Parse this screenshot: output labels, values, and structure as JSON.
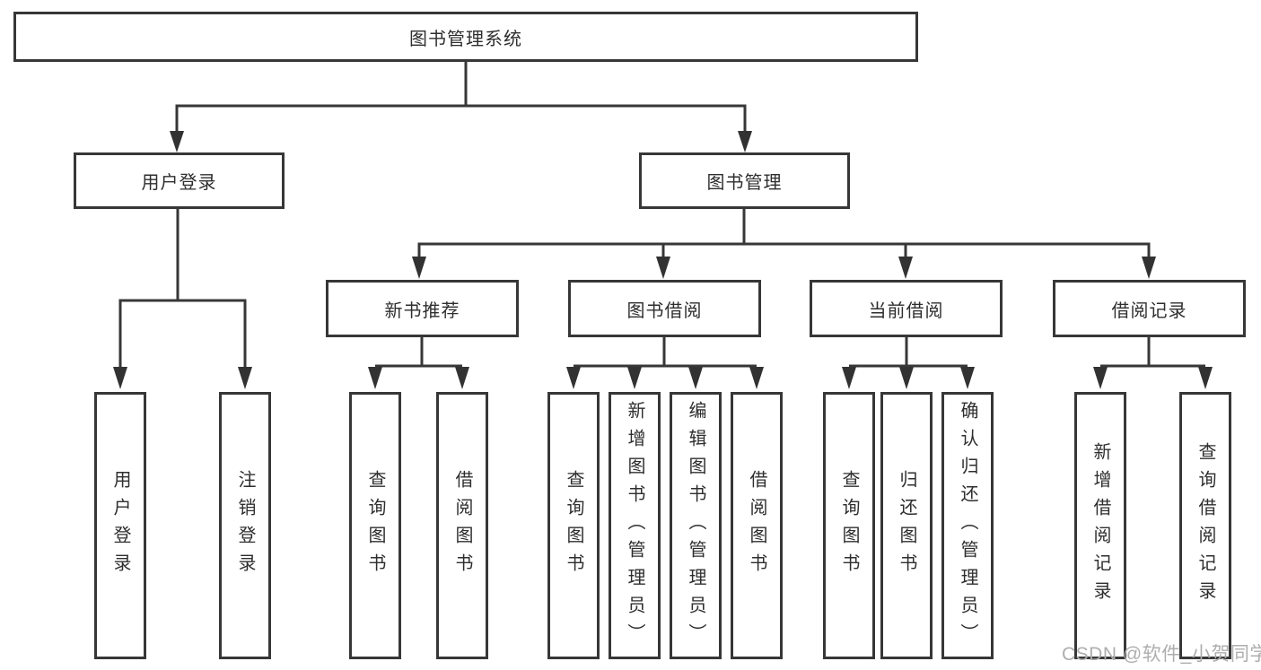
{
  "nodes": {
    "root": "图书管理系统",
    "user_login": "用户登录",
    "book_mgmt": "图书管理",
    "new_book_rec": "新书推荐",
    "book_borrow": "图书借阅",
    "current_borrow": "当前借阅",
    "borrow_records": "借阅记录",
    "ul_user_login": "用户登录",
    "ul_logout": "注销登录",
    "nr_query_book": "查询图书",
    "nr_borrow_book": "借阅图书",
    "bb_query_book": "查询图书",
    "bb_add_book": "新增图书（管理员）",
    "bb_edit_book": "编辑图书（管理员）",
    "bb_borrow_book": "借阅图书",
    "cb_query_book": "查询图书",
    "cb_return_book": "归还图书",
    "cb_confirm_return": "确认归还（管理员）",
    "br_add_record": "新增借阅记录",
    "br_query_record": "查询借阅记录"
  },
  "hierarchy": {
    "图书管理系统": [
      "用户登录",
      "图书管理"
    ],
    "用户登录": [
      "用户登录",
      "注销登录"
    ],
    "图书管理": [
      "新书推荐",
      "图书借阅",
      "当前借阅",
      "借阅记录"
    ],
    "新书推荐": [
      "查询图书",
      "借阅图书"
    ],
    "图书借阅": [
      "查询图书",
      "新增图书（管理员）",
      "编辑图书（管理员）",
      "借阅图书"
    ],
    "当前借阅": [
      "查询图书",
      "归还图书",
      "确认归还（管理员）"
    ],
    "借阅记录": [
      "新增借阅记录",
      "查询借阅记录"
    ]
  },
  "colors": {
    "line": "#373737",
    "arrow": "#323232",
    "box_border": "#373737",
    "text": "#2e2e2e",
    "watermark": "#aeaeae",
    "background": "#ffffff"
  },
  "watermark": "CSDN @软件_小贺同学"
}
